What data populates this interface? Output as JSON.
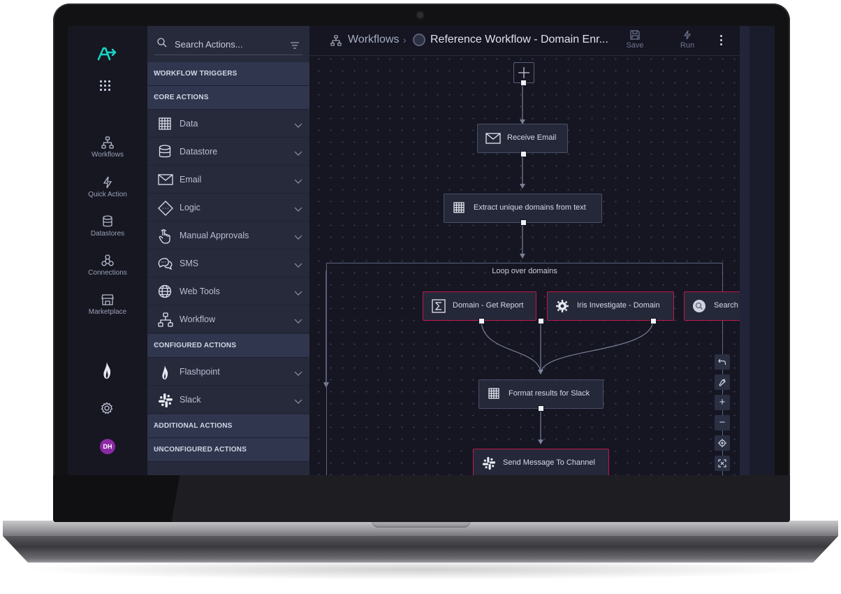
{
  "search": {
    "placeholder": "Search Actions..."
  },
  "rail": {
    "logo": "ɑ→",
    "items": [
      {
        "label": "Workflows",
        "icon": "workflow-icon"
      },
      {
        "label": "Quick Action",
        "icon": "bolt-icon"
      },
      {
        "label": "Datastores",
        "icon": "database-icon"
      },
      {
        "label": "Connections",
        "icon": "connections-icon"
      },
      {
        "label": "Marketplace",
        "icon": "store-icon"
      }
    ],
    "avatar": "DH"
  },
  "panel": {
    "sections": {
      "workflow_triggers": "WORKFLOW TRIGGERS",
      "core_actions": "CORE ACTIONS",
      "configured_actions": "CONFIGURED ACTIONS",
      "additional_actions": "ADDITIONAL ACTIONS",
      "unconfigured_actions": "UNCONFIGURED ACTIONS"
    },
    "core_items": [
      {
        "label": "Data",
        "icon": "table-icon"
      },
      {
        "label": "Datastore",
        "icon": "database-icon"
      },
      {
        "label": "Email",
        "icon": "envelope-icon"
      },
      {
        "label": "Logic",
        "icon": "diamond-icon"
      },
      {
        "label": "Manual Approvals",
        "icon": "hand-pointer-icon"
      },
      {
        "label": "SMS",
        "icon": "chat-icon"
      },
      {
        "label": "Web Tools",
        "icon": "globe-icon"
      },
      {
        "label": "Workflow",
        "icon": "workflow-icon"
      }
    ],
    "configured_items": [
      {
        "label": "Flashpoint",
        "icon": "flame-icon"
      },
      {
        "label": "Slack",
        "icon": "slack-icon"
      }
    ]
  },
  "topbar": {
    "crumb": "Workflows",
    "separator": "›",
    "title": "Reference Workflow - Domain Enr...",
    "save_label": "Save",
    "run_label": "Run"
  },
  "nodes": {
    "receive_email": "Receive Email",
    "extract_domains": "Extract unique domains from text",
    "loop_label": "Loop over domains",
    "domain_report": "Domain - Get Report",
    "iris_investigate": "Iris Investigate - Domain",
    "search_url": "Search Url",
    "format_slack": "Format results for Slack",
    "send_message": "Send Message To Channel"
  },
  "zoom_controls": {
    "zoom_in": "+",
    "zoom_out": "−"
  },
  "colors": {
    "accent_teal": "#19d3c5",
    "highlight_border": "#c0184d",
    "avatar_bg": "#8b2aa4"
  }
}
